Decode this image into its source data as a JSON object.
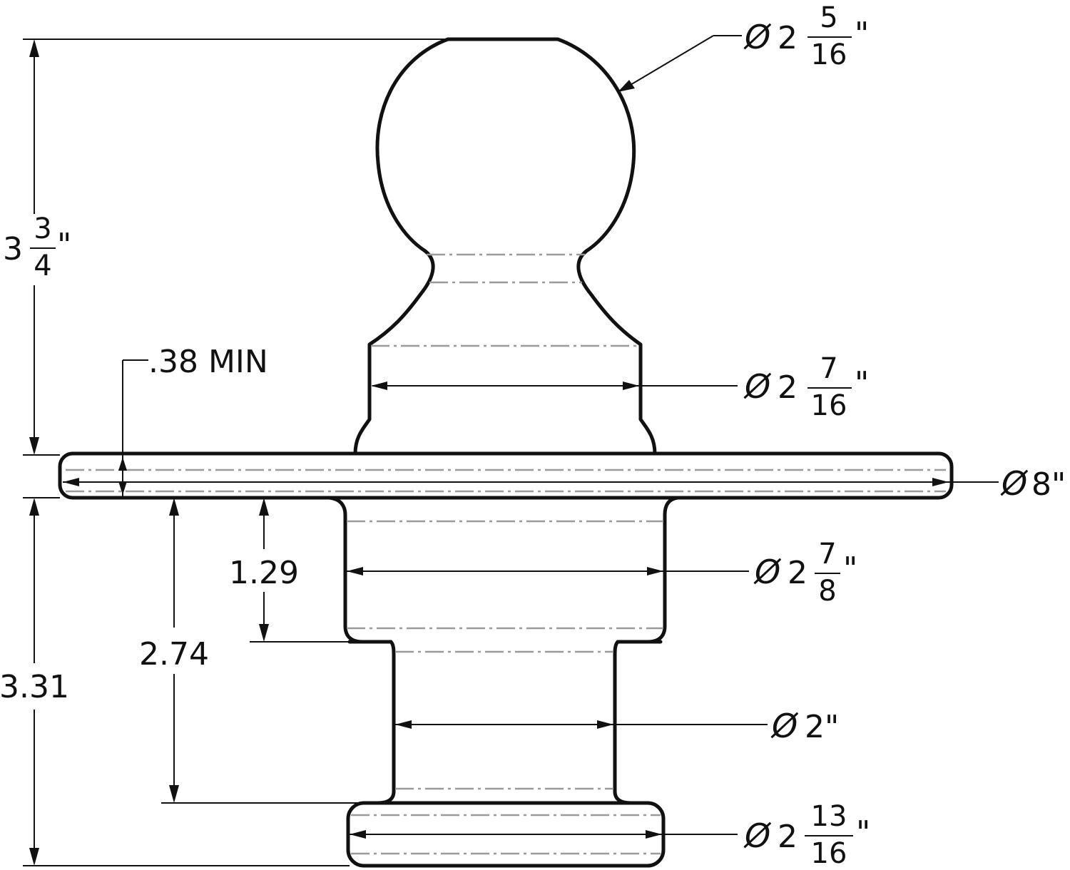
{
  "dimensions": {
    "ball_diameter": {
      "symbol": "Ø",
      "whole": "2",
      "num": "5",
      "den": "16",
      "unit": "\""
    },
    "shank_diameter": {
      "symbol": "Ø",
      "whole": "2",
      "num": "7",
      "den": "16",
      "unit": "\""
    },
    "plate_diameter": {
      "symbol": "Ø",
      "value": "8\""
    },
    "collar_diameter": {
      "symbol": "Ø",
      "whole": "2",
      "num": "7",
      "den": "8",
      "unit": "\""
    },
    "neck_diameter": {
      "symbol": "Ø",
      "value": "2\""
    },
    "base_diameter": {
      "symbol": "Ø",
      "whole": "2",
      "num": "13",
      "den": "16",
      "unit": "\""
    },
    "top_height": {
      "whole": "3",
      "num": "3",
      "den": "4",
      "unit": "\""
    },
    "plate_thickness": {
      "value": ".38 MIN"
    },
    "collar_height": {
      "value": "1.29"
    },
    "neck_height": {
      "value": "2.74"
    },
    "bottom_height": {
      "value": "3.31"
    }
  }
}
